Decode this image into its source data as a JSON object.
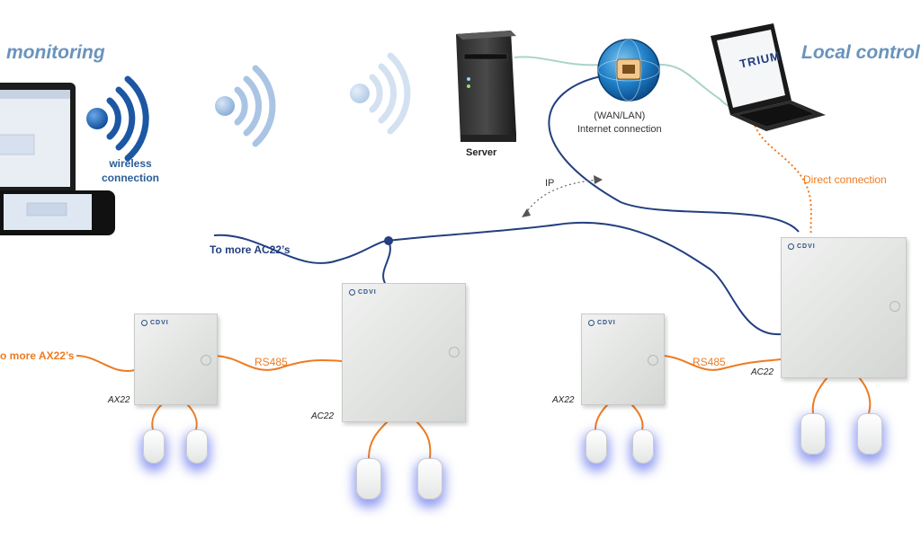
{
  "headings": {
    "left": "monitoring",
    "right": "Local control"
  },
  "wireless": {
    "line1": "wireless",
    "line2": "connection"
  },
  "network": {
    "line1": "(WAN/LAN)",
    "line2": "Internet connection"
  },
  "server_label": "Server",
  "ip_label": "IP",
  "direct_connection": "Direct connection",
  "to_more_ac22": "To more AC22’s",
  "to_more_ax22": "o more AX22’s",
  "rs485_left": "RS485",
  "rs485_right": "RS485",
  "brand": "CDVI",
  "laptop_logo": "TRIUM",
  "devices": {
    "ax22_left": "AX22",
    "ac22_center": "AC22",
    "ax22_right": "AX22",
    "ac22_right": "AC22"
  },
  "colors": {
    "blue_wire": "#233f80",
    "orange_wire": "#ee7b22",
    "heading": "#6a93bd",
    "reader_glow": "#3c50e6"
  },
  "icons": [
    "wifi-icon",
    "server-icon",
    "globe-network-icon",
    "laptop-icon",
    "tablet-icon",
    "card-reader-icon"
  ]
}
